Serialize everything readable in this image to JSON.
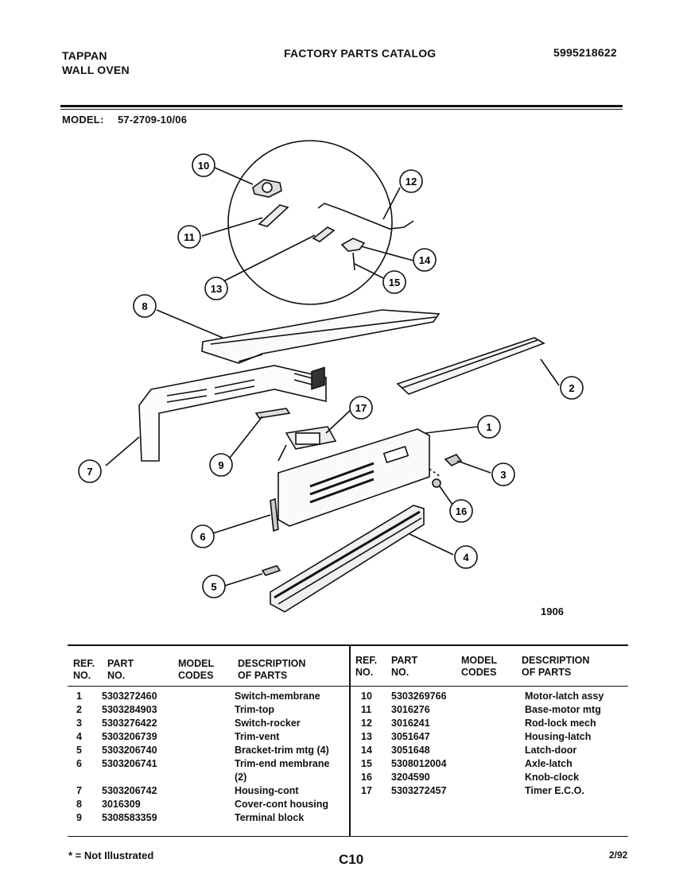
{
  "header": {
    "brand": "TAPPAN",
    "product": "WALL OVEN",
    "catalog_title": "FACTORY PARTS CATALOG",
    "catalog_number": "5995218622",
    "model_label": "MODEL:",
    "model_value": "57-2709-10/06"
  },
  "diagram": {
    "figure_number": "1906",
    "callouts": [
      "1",
      "2",
      "3",
      "4",
      "5",
      "6",
      "7",
      "8",
      "9",
      "10",
      "11",
      "12",
      "13",
      "14",
      "15",
      "16",
      "17"
    ]
  },
  "table": {
    "columns": {
      "ref_no_line1": "REF.",
      "ref_no_line2": "NO.",
      "part_no_line1": "PART",
      "part_no_line2": "NO.",
      "model_codes_line1": "MODEL",
      "model_codes_line2": "CODES",
      "description_line1": "DESCRIPTION",
      "description_line2": "OF PARTS"
    },
    "left_rows": [
      {
        "ref": "1",
        "part": "5303272460",
        "model": "",
        "desc": "Switch-membrane"
      },
      {
        "ref": "2",
        "part": "5303284903",
        "model": "",
        "desc": "Trim-top"
      },
      {
        "ref": "3",
        "part": "5303276422",
        "model": "",
        "desc": "Switch-rocker"
      },
      {
        "ref": "4",
        "part": "5303206739",
        "model": "",
        "desc": "Trim-vent"
      },
      {
        "ref": "5",
        "part": "5303206740",
        "model": "",
        "desc": "Bracket-trim mtg (4)"
      },
      {
        "ref": "6",
        "part": "5303206741",
        "model": "",
        "desc": "Trim-end membrane"
      },
      {
        "ref": "",
        "part": "",
        "model": "",
        "desc": "(2)"
      },
      {
        "ref": "7",
        "part": "5303206742",
        "model": "",
        "desc": "Housing-cont"
      },
      {
        "ref": "8",
        "part": "3016309",
        "model": "",
        "desc": "Cover-cont housing"
      },
      {
        "ref": "9",
        "part": "5308583359",
        "model": "",
        "desc": "Terminal block"
      }
    ],
    "right_rows": [
      {
        "ref": "10",
        "part": "5303269766",
        "model": "",
        "desc": "Motor-latch assy"
      },
      {
        "ref": "11",
        "part": "3016276",
        "model": "",
        "desc": "Base-motor mtg"
      },
      {
        "ref": "12",
        "part": "3016241",
        "model": "",
        "desc": "Rod-lock mech"
      },
      {
        "ref": "13",
        "part": "3051647",
        "model": "",
        "desc": "Housing-latch"
      },
      {
        "ref": "14",
        "part": "3051648",
        "model": "",
        "desc": "Latch-door"
      },
      {
        "ref": "15",
        "part": "5308012004",
        "model": "",
        "desc": "Axle-latch"
      },
      {
        "ref": "16",
        "part": "3204590",
        "model": "",
        "desc": "Knob-clock"
      },
      {
        "ref": "17",
        "part": "5303272457",
        "model": "",
        "desc": "Timer E.C.O."
      }
    ]
  },
  "footer": {
    "note": "* = Not Illustrated",
    "page": "C10",
    "date": "2/92"
  }
}
